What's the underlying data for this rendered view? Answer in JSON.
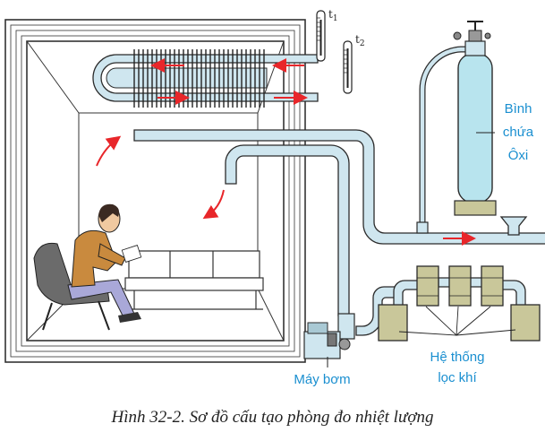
{
  "labels": {
    "t1": "t",
    "t1_sub": "1",
    "t2": "t",
    "t2_sub": "2",
    "oxygen_tank_lines": [
      "Bình",
      "chứa",
      "Ôxi"
    ],
    "pump": "Máy bơm",
    "filter_system_lines": [
      "Hệ thống",
      "lọc khí"
    ]
  },
  "caption": "Hình 32-2. Sơ đồ cấu tạo phòng đo nhiệt lượng",
  "colors": {
    "pipe_fill": "#cfe6ef",
    "pipe_stroke": "#2b2b2b",
    "arrow": "#e8262a",
    "label_blue": "#1a8fd0",
    "tank": "#b8e4ee",
    "filter": "#c9c79a"
  },
  "icons": [
    "thermometer-icon",
    "valve-icon",
    "arrow-icon",
    "person-icon",
    "sofa-icon"
  ]
}
